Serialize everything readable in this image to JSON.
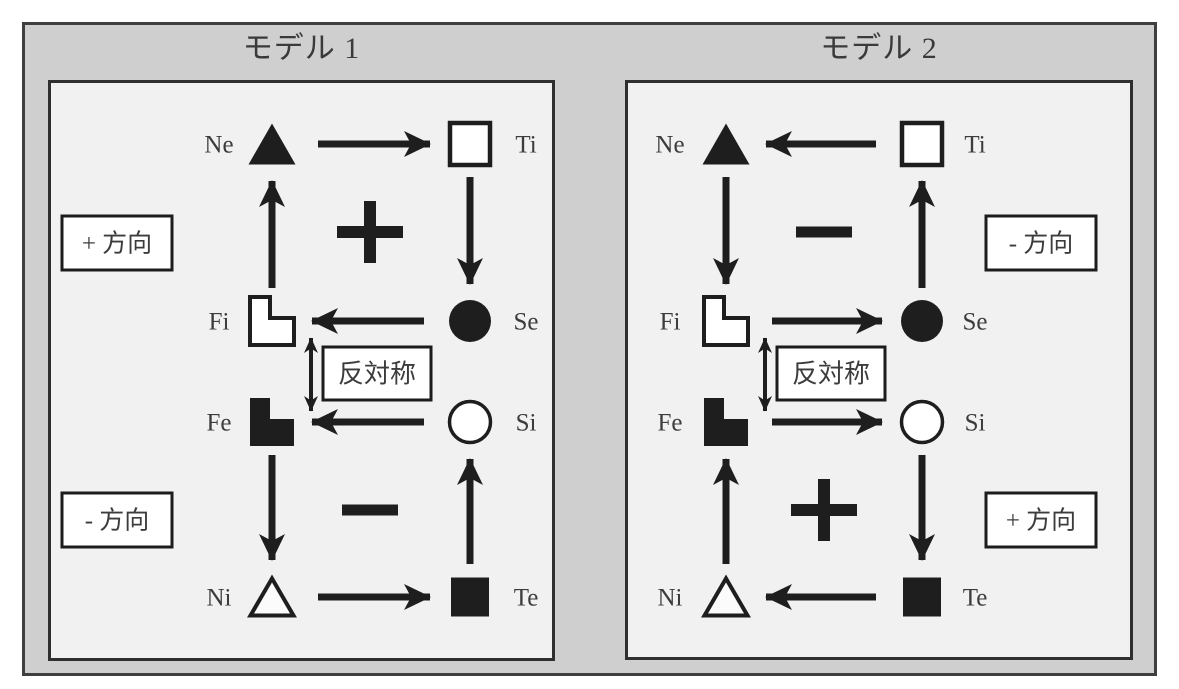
{
  "colors": {
    "frame_bg": "#cfcfcf",
    "frame_border": "#3f3f3f",
    "panel_bg": "#f1f1f1",
    "panel_border": "#2f2f2f",
    "ink": "#1e1e1e",
    "text": "#3c3c3c",
    "box_bg": "#ffffff",
    "box_border": "#1c1c1c",
    "open_shape_fill": "#fbfbfb"
  },
  "panels": [
    {
      "title": "モデル 1",
      "label_box_side": "left",
      "nodes": [
        {
          "id": "Ne",
          "label": "Ne",
          "shape": "triangle-filled",
          "col": "left",
          "row": 1
        },
        {
          "id": "Ti",
          "label": "Ti",
          "shape": "square-open",
          "col": "right",
          "row": 1
        },
        {
          "id": "Fi",
          "label": "Fi",
          "shape": "l-open",
          "col": "left",
          "row": 2
        },
        {
          "id": "Se",
          "label": "Se",
          "shape": "circle-filled",
          "col": "right",
          "row": 2
        },
        {
          "id": "Fe",
          "label": "Fe",
          "shape": "l-filled",
          "col": "left",
          "row": 3
        },
        {
          "id": "Si",
          "label": "Si",
          "shape": "circle-open",
          "col": "right",
          "row": 3
        },
        {
          "id": "Ni",
          "label": "Ni",
          "shape": "triangle-open",
          "col": "left",
          "row": 4
        },
        {
          "id": "Te",
          "label": "Te",
          "shape": "square-filled",
          "col": "right",
          "row": 4
        }
      ],
      "edges": [
        {
          "from": "Ne",
          "to": "Ti"
        },
        {
          "from": "Ti",
          "to": "Se"
        },
        {
          "from": "Se",
          "to": "Fi"
        },
        {
          "from": "Fi",
          "to": "Ne"
        },
        {
          "from": "Si",
          "to": "Fe"
        },
        {
          "from": "Fe",
          "to": "Ni"
        },
        {
          "from": "Ni",
          "to": "Te"
        },
        {
          "from": "Te",
          "to": "Si"
        }
      ],
      "cycle_signs": [
        {
          "cycle": "top",
          "sign": "+"
        },
        {
          "cycle": "bottom",
          "sign": "-"
        }
      ],
      "direction_labels": [
        {
          "cycle": "top",
          "text": "+ 方向"
        },
        {
          "cycle": "bottom",
          "text": "- 方向"
        }
      ],
      "antisymmetry": {
        "label": "反対称",
        "between": [
          "Fi",
          "Fe"
        ]
      }
    },
    {
      "title": "モデル 2",
      "label_box_side": "right",
      "nodes": [
        {
          "id": "Ne",
          "label": "Ne",
          "shape": "triangle-filled",
          "col": "left",
          "row": 1
        },
        {
          "id": "Ti",
          "label": "Ti",
          "shape": "square-open",
          "col": "right",
          "row": 1
        },
        {
          "id": "Fi",
          "label": "Fi",
          "shape": "l-open",
          "col": "left",
          "row": 2
        },
        {
          "id": "Se",
          "label": "Se",
          "shape": "circle-filled",
          "col": "right",
          "row": 2
        },
        {
          "id": "Fe",
          "label": "Fe",
          "shape": "l-filled",
          "col": "left",
          "row": 3
        },
        {
          "id": "Si",
          "label": "Si",
          "shape": "circle-open",
          "col": "right",
          "row": 3
        },
        {
          "id": "Ni",
          "label": "Ni",
          "shape": "triangle-open",
          "col": "left",
          "row": 4
        },
        {
          "id": "Te",
          "label": "Te",
          "shape": "square-filled",
          "col": "right",
          "row": 4
        }
      ],
      "edges": [
        {
          "from": "Ti",
          "to": "Ne"
        },
        {
          "from": "Ne",
          "to": "Fi"
        },
        {
          "from": "Fi",
          "to": "Se"
        },
        {
          "from": "Se",
          "to": "Ti"
        },
        {
          "from": "Fe",
          "to": "Si"
        },
        {
          "from": "Si",
          "to": "Te"
        },
        {
          "from": "Te",
          "to": "Ni"
        },
        {
          "from": "Ni",
          "to": "Fe"
        }
      ],
      "cycle_signs": [
        {
          "cycle": "top",
          "sign": "-"
        },
        {
          "cycle": "bottom",
          "sign": "+"
        }
      ],
      "direction_labels": [
        {
          "cycle": "top",
          "text": "- 方向"
        },
        {
          "cycle": "bottom",
          "text": "+ 方向"
        }
      ],
      "antisymmetry": {
        "label": "反対称",
        "between": [
          "Fi",
          "Fe"
        ]
      }
    }
  ]
}
